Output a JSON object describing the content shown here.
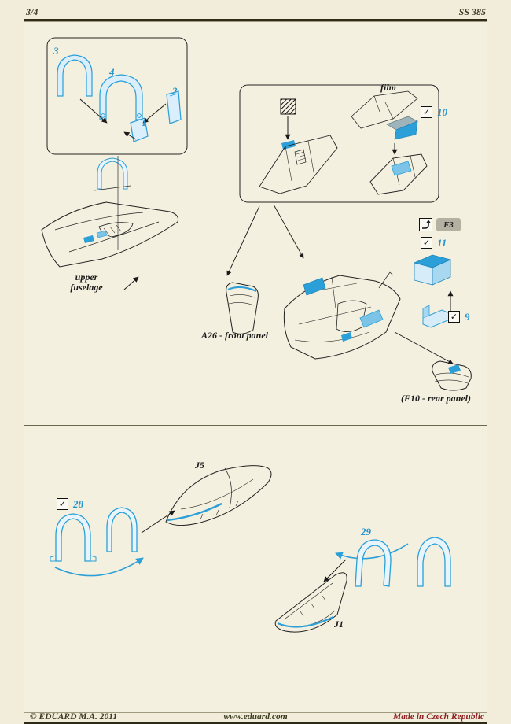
{
  "header": {
    "page_number": "3/4",
    "sheet_code": "SS 385"
  },
  "glyphs": {
    "check": "✓"
  },
  "colors": {
    "accent_blue": "#2b9fd8",
    "background_cream": "#f2eddb",
    "header_text": "#3a3a20",
    "origin_red": "#8c1f1f",
    "f3_box_gray": "#b4b0a2"
  },
  "upper": {
    "parts_box": {
      "n1": "1",
      "n2": "2",
      "n3": "3",
      "n4": "4"
    },
    "film_label": "film",
    "steps": {
      "s9": "9",
      "s10": "10",
      "s11": "11"
    },
    "f3_label": "F3",
    "upper_fuselage": "upper\nfuselage",
    "front_panel": "A26 - front panel",
    "rear_panel": "(F10 - rear panel)"
  },
  "lower": {
    "steps": {
      "s28": "28",
      "s29": "29"
    },
    "j5": "J5",
    "j1": "J1"
  },
  "footer": {
    "copyright": "© EDUARD  M.A. 2011",
    "website": "www.eduard.com",
    "origin": "Made in Czech Republic"
  }
}
